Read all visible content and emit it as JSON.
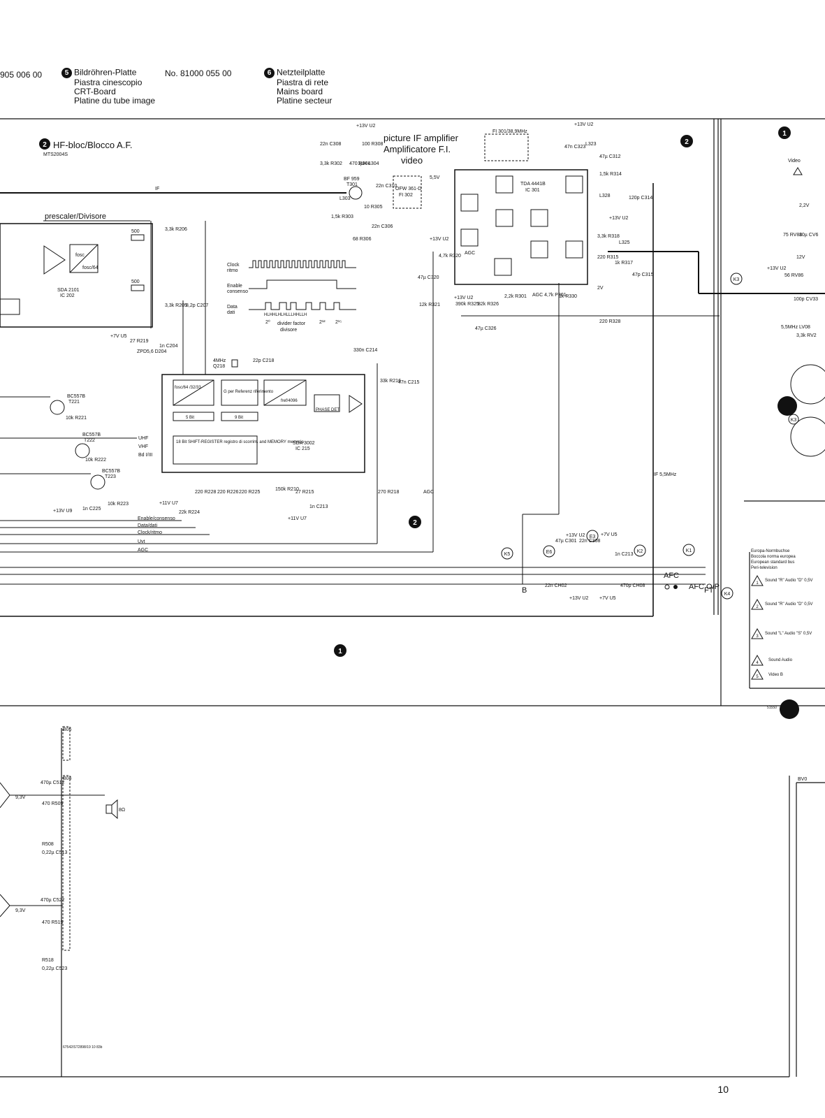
{
  "header": {
    "left_code": "905 006 00",
    "crt_board": {
      "badge": "5",
      "lines": [
        "Bildröhren-Platte",
        "Piastra cinescopio",
        "CRT-Board",
        "Platine du tube image"
      ]
    },
    "part_no": "No. 81000 055 00",
    "mains_board": {
      "badge": "6",
      "lines": [
        "Netzteilplatte",
        "Piastra di rete",
        "Mains board",
        "Platine secteur"
      ]
    }
  },
  "diagram": {
    "hf_block": {
      "badge": "2",
      "title": "HF-bloc/Blocco A.F.",
      "model": "MTS2004S"
    },
    "section_badge_2": "2",
    "section_badge_1": "1",
    "if_label": "IF",
    "prescaler": "prescaler/Divisore",
    "ic202": {
      "name": "SDA 2101",
      "ref": "IC 202",
      "fosc": "fosc",
      "fosc64": "fosc/64"
    },
    "if_amp": {
      "line1": "picture IF amplifier",
      "line2": "Amplificatore F.I.",
      "line3": "video"
    },
    "transistor_t301": {
      "type": "BF 959",
      "ref": "T301"
    },
    "fi302": {
      "name": "OFW 361-D",
      "ref": "FI 302"
    },
    "fi301": "FI 301/38,9MHz",
    "ic301": {
      "name": "TDA 4441B",
      "ref": "IC 301",
      "agc": "AGC"
    },
    "ic215": {
      "name": "SDA 3002",
      "ref": "IC 215",
      "fosc": "fosc/64 /32/33",
      "ref_block": "G per Referenz riferimento",
      "fref": "fref/4096",
      "phase": "PHASE DET",
      "bit5": "5 Bit",
      "bit9": "9 Bit",
      "shift": "18 Bit SHIFT-REGISTER registro di scorrim. and MEMORY memoria"
    },
    "crystal": {
      "freq": "4MHz",
      "ref": "Q218"
    },
    "timing": {
      "clock": [
        "Clock",
        "ritmo"
      ],
      "enable": [
        "Enable",
        "consenso"
      ],
      "data": [
        "Data",
        "dati"
      ],
      "bits": "HLHHLHLHLLLHHLLH",
      "exp0": "2⁰",
      "divider": "divider factor",
      "divisore": "divisore",
      "exp12": "2¹²",
      "exp15": "2¹⁵"
    },
    "bands": [
      "UHF",
      "VHF",
      "Bd I/III"
    ],
    "transistors": [
      {
        "type": "BC557B",
        "ref": "T221"
      },
      {
        "type": "BC557B",
        "ref": "T222"
      },
      {
        "type": "BC557B",
        "ref": "T223"
      }
    ],
    "bus": [
      "Enable/consenso",
      "Data/dati",
      "Clock/ritmo",
      "Uvt",
      "AGC"
    ],
    "agc": "AGC",
    "if55": "IF 5,5MHz",
    "connectors": [
      "K1",
      "K2",
      "K3",
      "K4",
      "K5",
      "E3",
      "E6"
    ],
    "afc": "AFC",
    "afc_op": "AFC O/P",
    "ft": "FT",
    "b_label": "B",
    "components": [
      "330n C214",
      "47n C215",
      "33k R216",
      "22p C218",
      "270 R218",
      "220 R228",
      "220 R226",
      "220 R225",
      "150k R210",
      "27 R215",
      "1n C213",
      "22k R224",
      "3,3k R206",
      "3,3k R205",
      "8,2p C207",
      "27 R219",
      "ZPD5,6 D204",
      "1n C204",
      "10k R221",
      "10k R222",
      "10k R223",
      "1n C225",
      "22n C308",
      "3,3k R302",
      "470 R304",
      "100 R308",
      "1µH L304",
      "L303",
      "1,5k R303",
      "22n C310",
      "10 R305",
      "68 R306",
      "22n C306",
      "47n C323",
      "L323",
      "47µ C312",
      "1,5k R314",
      "L328",
      "120p C314",
      "3,3k R318",
      "220 R315",
      "L325",
      "1k R317",
      "47p C315",
      "4,7k R320",
      "47µ C320",
      "12k R321",
      "390k R325",
      "82k R326",
      "2,2k R301",
      "AGC 4,7k P301",
      "1k R330",
      "47µ C326",
      "220 R328",
      "47µ C301",
      "22n C308",
      "1n C213",
      "22n CH02",
      "470p CH08"
    ],
    "supplies": [
      "+13V U2",
      "+13V U2",
      "+13V U2",
      "+13V U2",
      "+13V U2",
      "+13V U2",
      "+13V U2",
      "+7V U5",
      "+7V U5",
      "+7V U5",
      "+11V U7",
      "+11V U7",
      "+13V U9"
    ],
    "voltages": [
      "5,5V",
      "2V",
      "9,3V",
      "9,3V"
    ],
    "lower": {
      "connectors": [
        "B06",
        "B04"
      ],
      "components": [
        "470µ C512",
        "470 R509",
        "R508",
        "0,22µ C513",
        "470µ C522",
        "470 R519",
        "R518",
        "0,22µ C523"
      ],
      "speaker": "8Ω"
    },
    "right": {
      "video": "Video",
      "components": [
        "2,2V",
        "75 RV88",
        "10µ CV6",
        "+13V U2",
        "56 RV86",
        "12V",
        "100p CV33",
        "5,5MHz LV08",
        "3,3k RV2"
      ],
      "k3": "K3",
      "euro": [
        "Europa-Normbuchse",
        "Boccola norma europea",
        "European standard bus",
        "Peri-television"
      ],
      "pins": [
        {
          "num": "1",
          "text": "Sound \"R\" Audio \"D\" 0,5V"
        },
        {
          "num": "2",
          "text": "Sound \"R\" Audio \"D\" 0,5V"
        },
        {
          "num": "3",
          "text": "Sound \"L\" Audio \"S\" 0,5V"
        },
        {
          "num": "4",
          "text": "Sound Audio"
        },
        {
          "num": "5",
          "text": "Video B"
        }
      ],
      "code": "51550",
      "bv": "BV0"
    },
    "bottom_code": "67542/ST2898/19 10 83b"
  },
  "page_number": "10"
}
